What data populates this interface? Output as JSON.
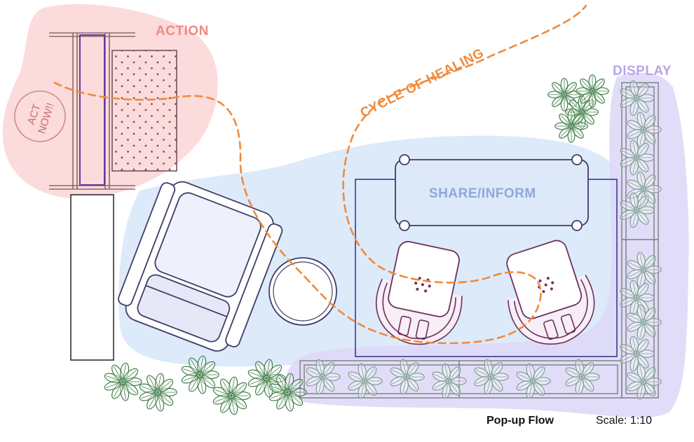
{
  "zones": {
    "action": "ACTION",
    "display": "DISPLAY",
    "share": "SHARE/INFORM"
  },
  "flow_label": "CYCLE OF HEALING",
  "stamp": [
    "ACT",
    "NOW!!"
  ],
  "footer": {
    "title": "Pop-up Flow",
    "scale": "Scale: 1:10"
  },
  "colors": {
    "action_zone": "#fbd9d9",
    "action_label": "#f08a80",
    "share_zone": "#dbe9fa",
    "share_label": "#8ea8dc",
    "display_zone": "#ded9f7",
    "display_label": "#b9a4e8",
    "flow_line": "#f08a3a",
    "furniture": "#3f3c66",
    "chair": "#6e2f5c",
    "foliage": "#3f7d46",
    "foliage_pale": "#7e9f8f"
  }
}
